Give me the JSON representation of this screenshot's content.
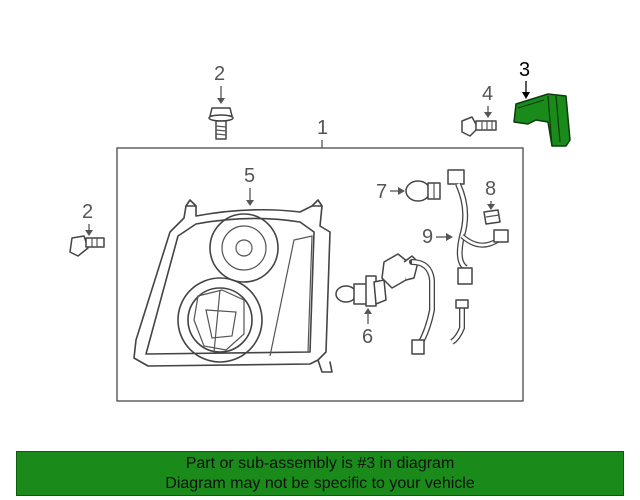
{
  "callouts": {
    "c1": "1",
    "c2a": "2",
    "c2b": "2",
    "c3": "3",
    "c4": "4",
    "c5": "5",
    "c6": "6",
    "c7": "7",
    "c8": "8",
    "c9": "9"
  },
  "highlight_color": "#1a8a1a",
  "banner": {
    "line1": "Part or sub-assembly is #3 in diagram",
    "line2": "Diagram may not be specific to your vehicle"
  }
}
